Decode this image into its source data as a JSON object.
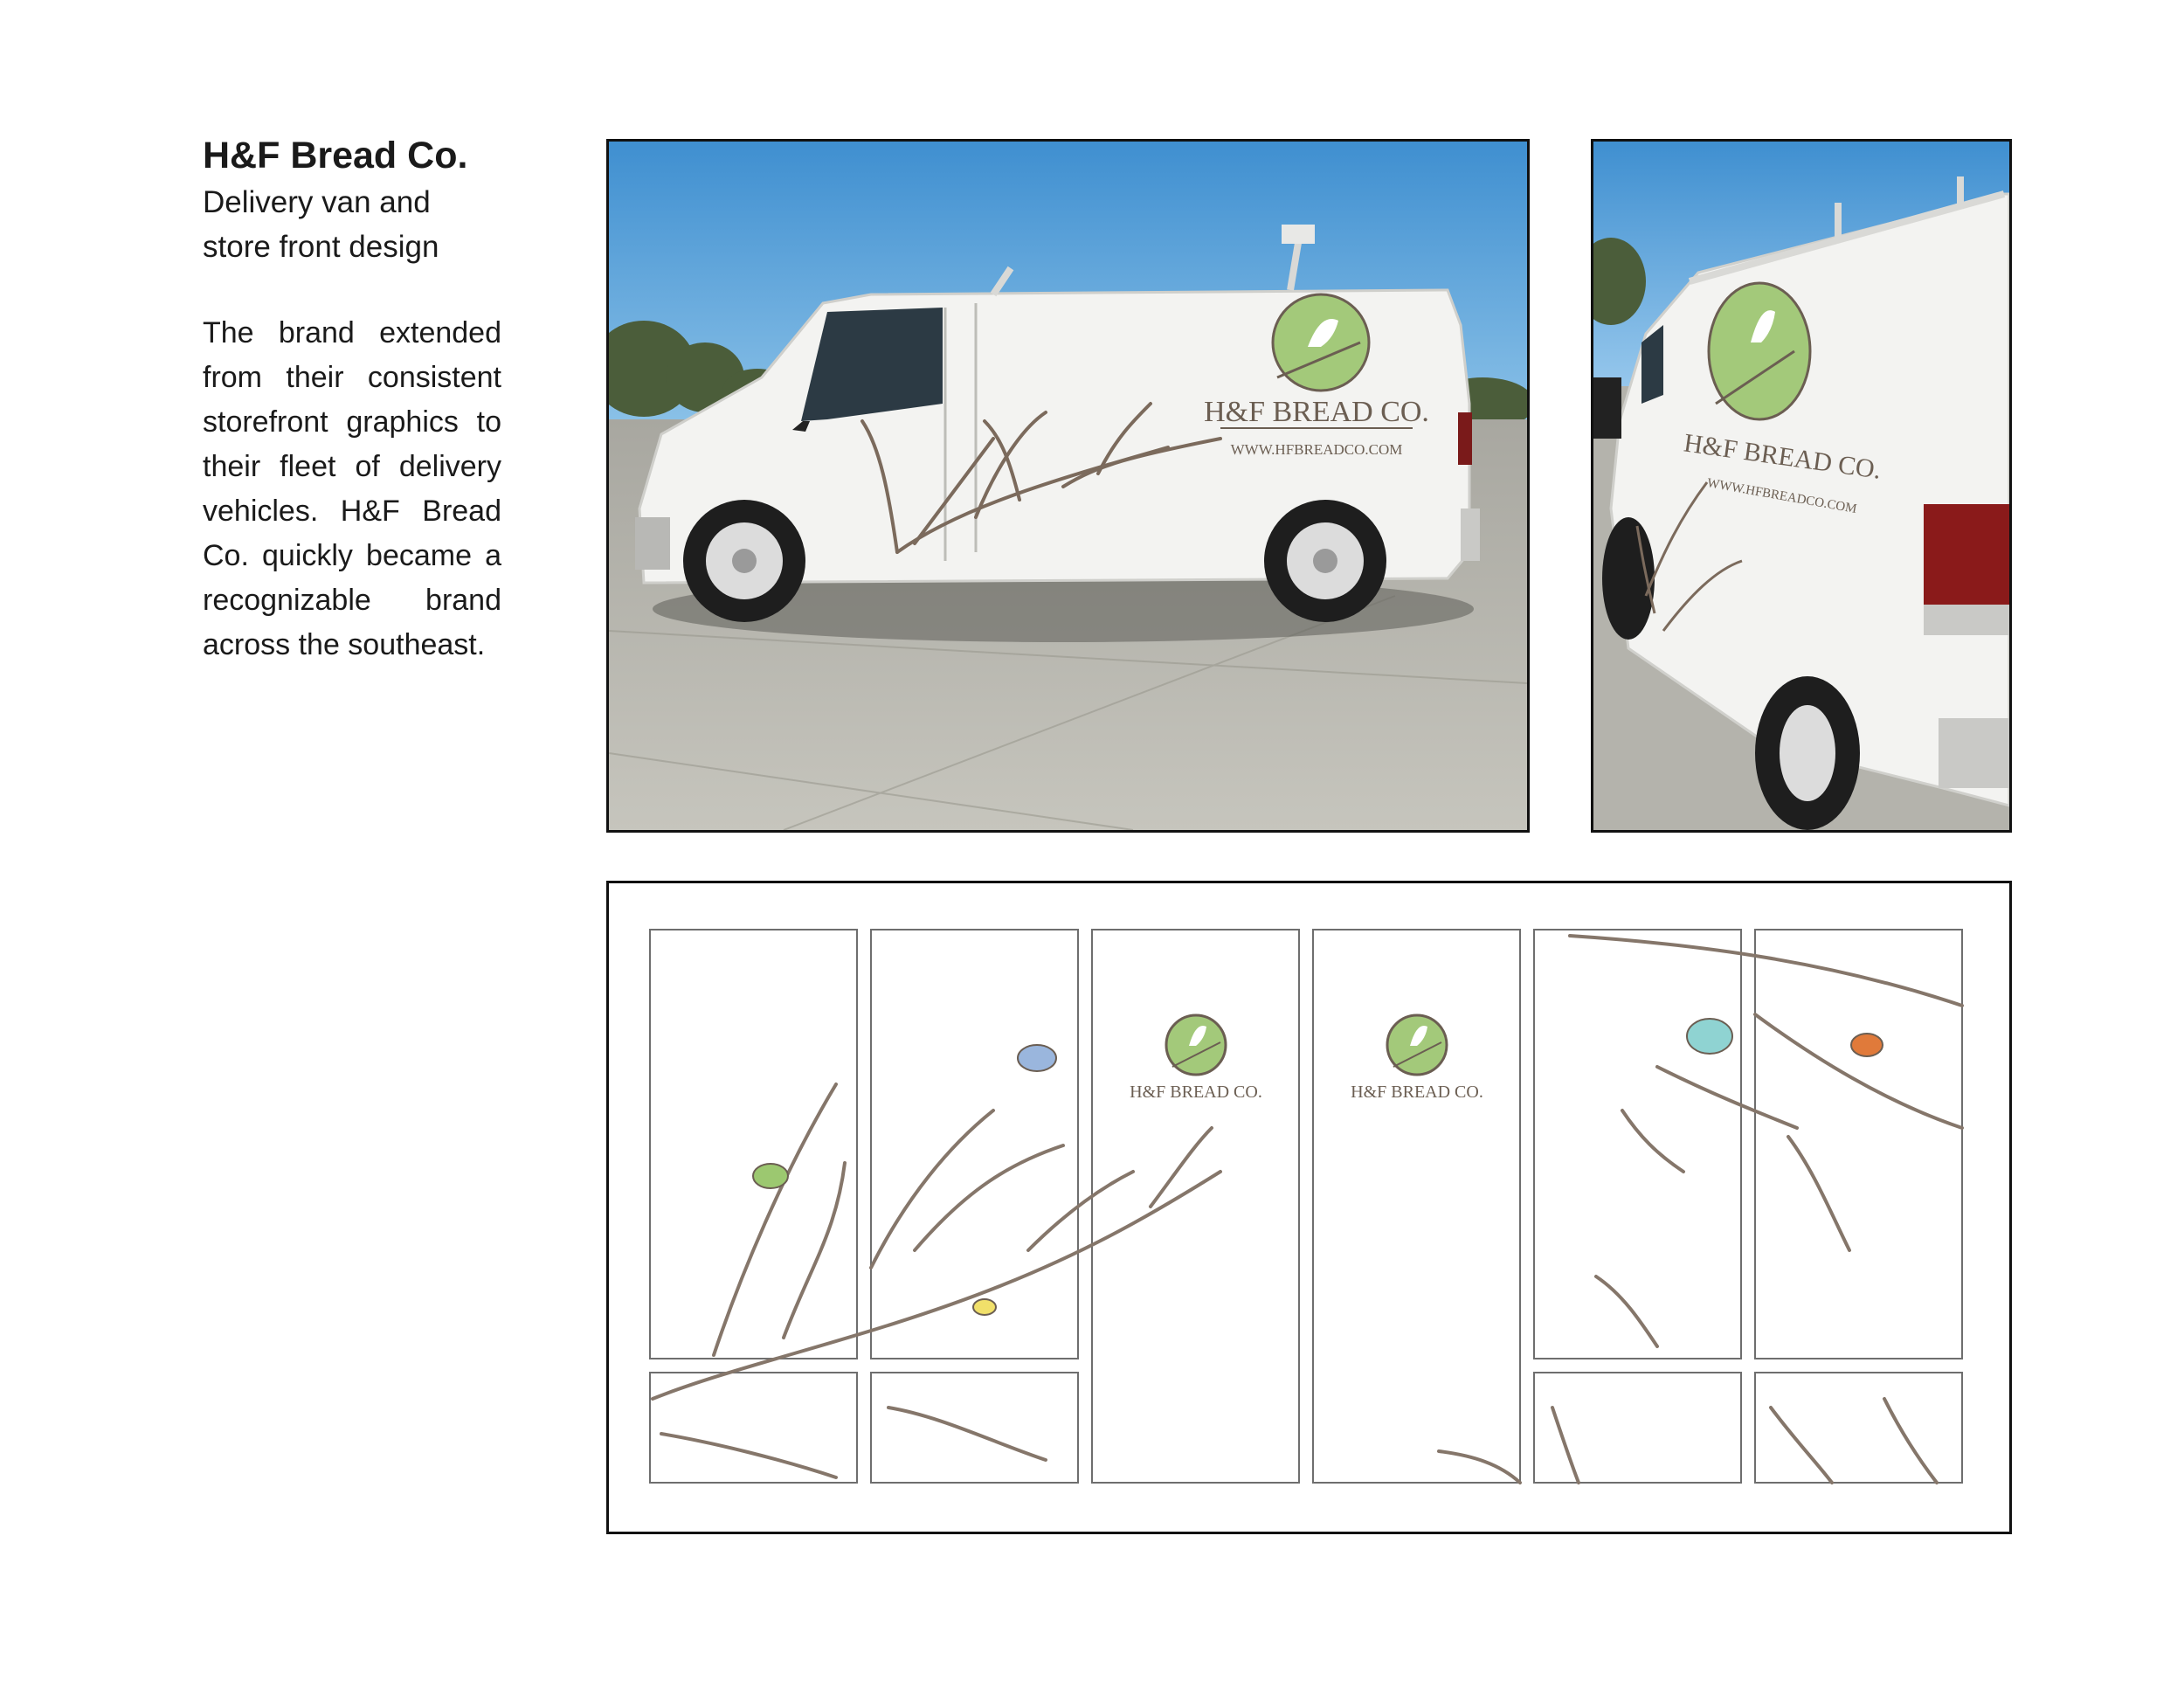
{
  "header": {
    "title": "H&F Bread Co.",
    "subtitle": "Delivery van and\nstore front design"
  },
  "description": "The brand extended from their consistent storefront graphics to their fleet of delivery vehicles. H&F Bread Co. quickly became a recognizable brand across the southeast.",
  "van_side": {
    "brand": "H&F BREAD CO.",
    "url": "WWW.HFBREADCO.COM"
  },
  "van_rear": {
    "brand": "H&F BREAD CO.",
    "url": "WWW.HFBREADCO.COM"
  },
  "storefront": {
    "logo_text_1": "H&F BREAD CO.",
    "logo_text_2": "H&F BREAD CO.",
    "bird_colors": [
      "#9cc870",
      "#9ab6dd",
      "#f1e06a",
      "#8fd3d2",
      "#e07a3a"
    ]
  },
  "colors": {
    "logo_green": "#a3c97a",
    "branch_brown": "#7b6a5c",
    "sky": "#5a9fd6"
  }
}
